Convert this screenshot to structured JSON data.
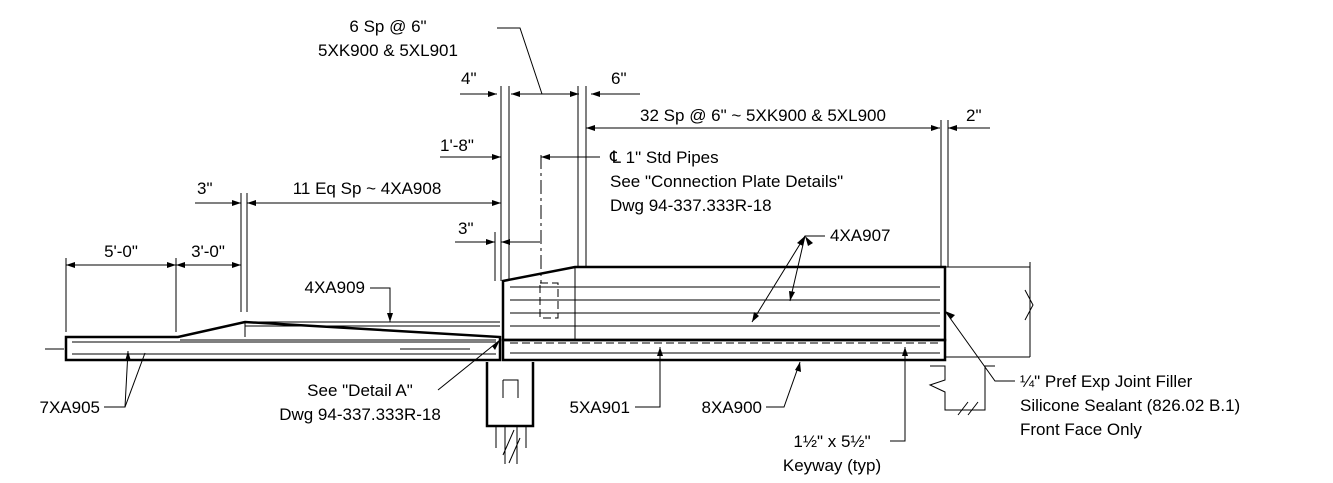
{
  "labels": {
    "sp6_line1": "6 Sp @ 6\"",
    "sp6_line2": "5XK900 & 5XL901",
    "dim_4in": "4\"",
    "dim_6in": "6\"",
    "sp32": "32 Sp @ 6\" ~ 5XK900 & 5XL900",
    "dim_2in": "2\"",
    "dim_1ft8": "1'-8\"",
    "pipes_line1": "℄ 1\" Std Pipes",
    "pipes_line2": "See \"Connection Plate Details\"",
    "pipes_line3": "Dwg 94-337.333R-18",
    "dim_3in_a": "3\"",
    "sp11": "11 Eq Sp ~ 4XA908",
    "dim_3in_b": "3\"",
    "bar_4xa907": "4XA907",
    "dim_5ft": "5'-0\"",
    "dim_3ft": "3'-0\"",
    "bar_4xa909": "4XA909",
    "bar_7xa905": "7XA905",
    "detail_a_line1": "See \"Detail A\"",
    "detail_a_line2": "Dwg 94-337.333R-18",
    "bar_5xa901": "5XA901",
    "bar_8xa900": "8XA900",
    "joint_line1": "¼\" Pref Exp Joint Filler",
    "joint_line2": "Silicone Sealant (826.02 B.1)",
    "joint_line3": "Front Face Only",
    "keyway_line1": "1½\" x 5½\"",
    "keyway_line2": "Keyway (typ)"
  }
}
